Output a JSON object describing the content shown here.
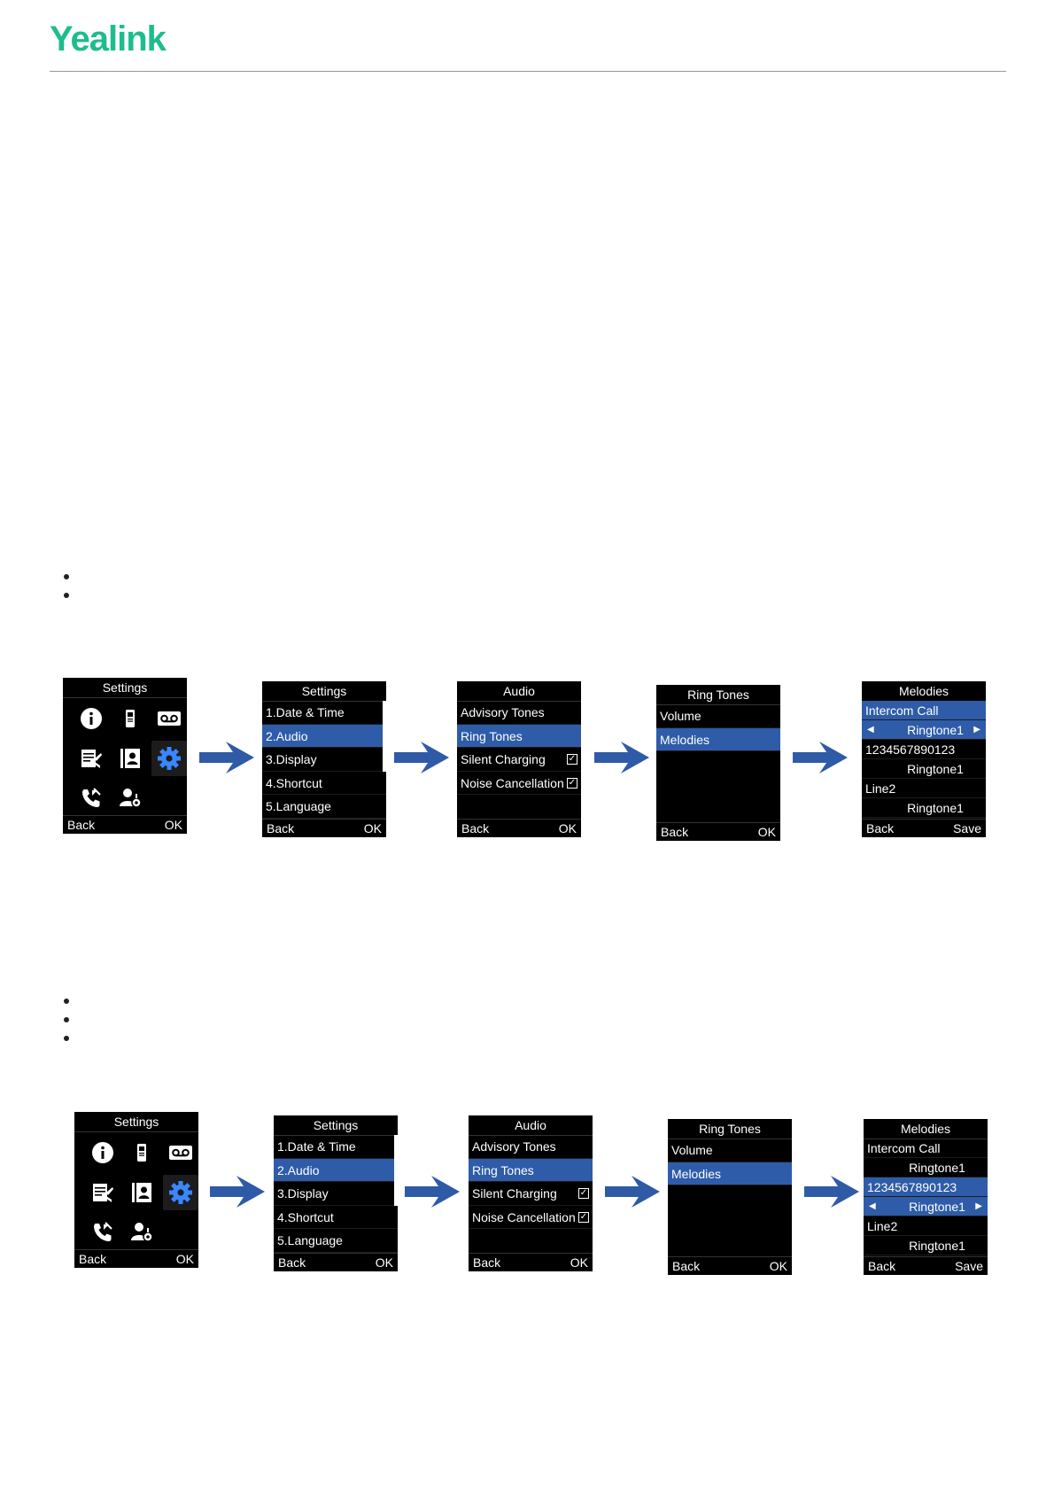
{
  "brand": {
    "logo_text": "Yealink",
    "accent": "#1dbd8d"
  },
  "colors": {
    "highlight": "#2e5ca8",
    "arrow": "#2f5aa6"
  },
  "flows": [
    {
      "settings_screen": {
        "title": "Settings",
        "icons": [
          "info-icon",
          "handset-icon",
          "voicemail-icon",
          "messages-icon",
          "contacts-icon",
          "gear-icon",
          "call-history-icon",
          "user-settings-icon"
        ],
        "selected_icon": "gear-icon",
        "back": "Back",
        "ok": "OK"
      },
      "settings_menu": {
        "title": "Settings",
        "items": [
          "1.Date & Time",
          "2.Audio",
          "3.Display",
          "4.Shortcut",
          "5.Language"
        ],
        "selected": 1,
        "back": "Back",
        "ok": "OK"
      },
      "audio_menu": {
        "title": "Audio",
        "items": [
          "Advisory Tones",
          "Ring Tones",
          "Silent Charging",
          "Noise Cancellation"
        ],
        "checked": [
          false,
          false,
          true,
          true
        ],
        "selected": 1,
        "back": "Back",
        "ok": "OK"
      },
      "ring_tones_menu": {
        "title": "Ring Tones",
        "items": [
          "Volume",
          "Melodies"
        ],
        "selected": 1,
        "back": "Back",
        "ok": "OK"
      },
      "melodies_menu": {
        "title": "Melodies",
        "rows": [
          {
            "text": "Intercom Call",
            "type": "label"
          },
          {
            "text": "Ringtone1",
            "type": "value"
          },
          {
            "text": "1234567890123",
            "type": "label"
          },
          {
            "text": "Ringtone1",
            "type": "value"
          },
          {
            "text": "Line2",
            "type": "label"
          },
          {
            "text": "Ringtone1",
            "type": "value"
          }
        ],
        "selected_rows": [
          0,
          1
        ],
        "arrows_row": 1,
        "back": "Back",
        "save": "Save"
      }
    },
    {
      "settings_screen": {
        "title": "Settings",
        "icons": [
          "info-icon",
          "handset-icon",
          "voicemail-icon",
          "messages-icon",
          "contacts-icon",
          "gear-icon",
          "call-history-icon",
          "user-settings-icon"
        ],
        "selected_icon": "gear-icon",
        "back": "Back",
        "ok": "OK"
      },
      "settings_menu": {
        "title": "Settings",
        "items": [
          "1.Date & Time",
          "2.Audio",
          "3.Display",
          "4.Shortcut",
          "5.Language"
        ],
        "selected": 1,
        "back": "Back",
        "ok": "OK"
      },
      "audio_menu": {
        "title": "Audio",
        "items": [
          "Advisory Tones",
          "Ring Tones",
          "Silent Charging",
          "Noise Cancellation"
        ],
        "checked": [
          false,
          false,
          true,
          true
        ],
        "selected": 1,
        "back": "Back",
        "ok": "OK"
      },
      "ring_tones_menu": {
        "title": "Ring Tones",
        "items": [
          "Volume",
          "Melodies"
        ],
        "selected": 1,
        "back": "Back",
        "ok": "OK"
      },
      "melodies_menu": {
        "title": "Melodies",
        "rows": [
          {
            "text": "Intercom Call",
            "type": "label"
          },
          {
            "text": "Ringtone1",
            "type": "value"
          },
          {
            "text": "1234567890123",
            "type": "label"
          },
          {
            "text": "Ringtone1",
            "type": "value"
          },
          {
            "text": "Line2",
            "type": "label"
          },
          {
            "text": "Ringtone1",
            "type": "value"
          }
        ],
        "selected_rows": [
          2,
          3
        ],
        "arrows_row": 3,
        "back": "Back",
        "save": "Save"
      }
    }
  ]
}
